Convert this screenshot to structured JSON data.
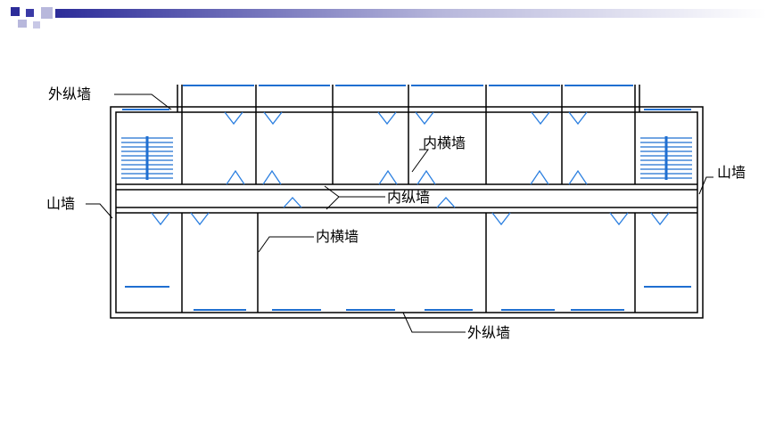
{
  "colors": {
    "wall": "#000000",
    "window": "#1f6fd1",
    "door": "#2b7fe0",
    "stair": "#1f6fd1",
    "header_gradient_start": "#2c2c99",
    "header_gradient_end": "#ffffff"
  },
  "labels": {
    "outer_longitudinal_wall_top": "外纵墙",
    "gable_wall_left": "山墙",
    "gable_wall_right": "山墙",
    "inner_transverse_wall_top": "内横墙",
    "inner_longitudinal_wall": "内纵墙",
    "inner_transverse_wall_bottom": "内横墙",
    "outer_longitudinal_wall_bottom": "外纵墙"
  }
}
